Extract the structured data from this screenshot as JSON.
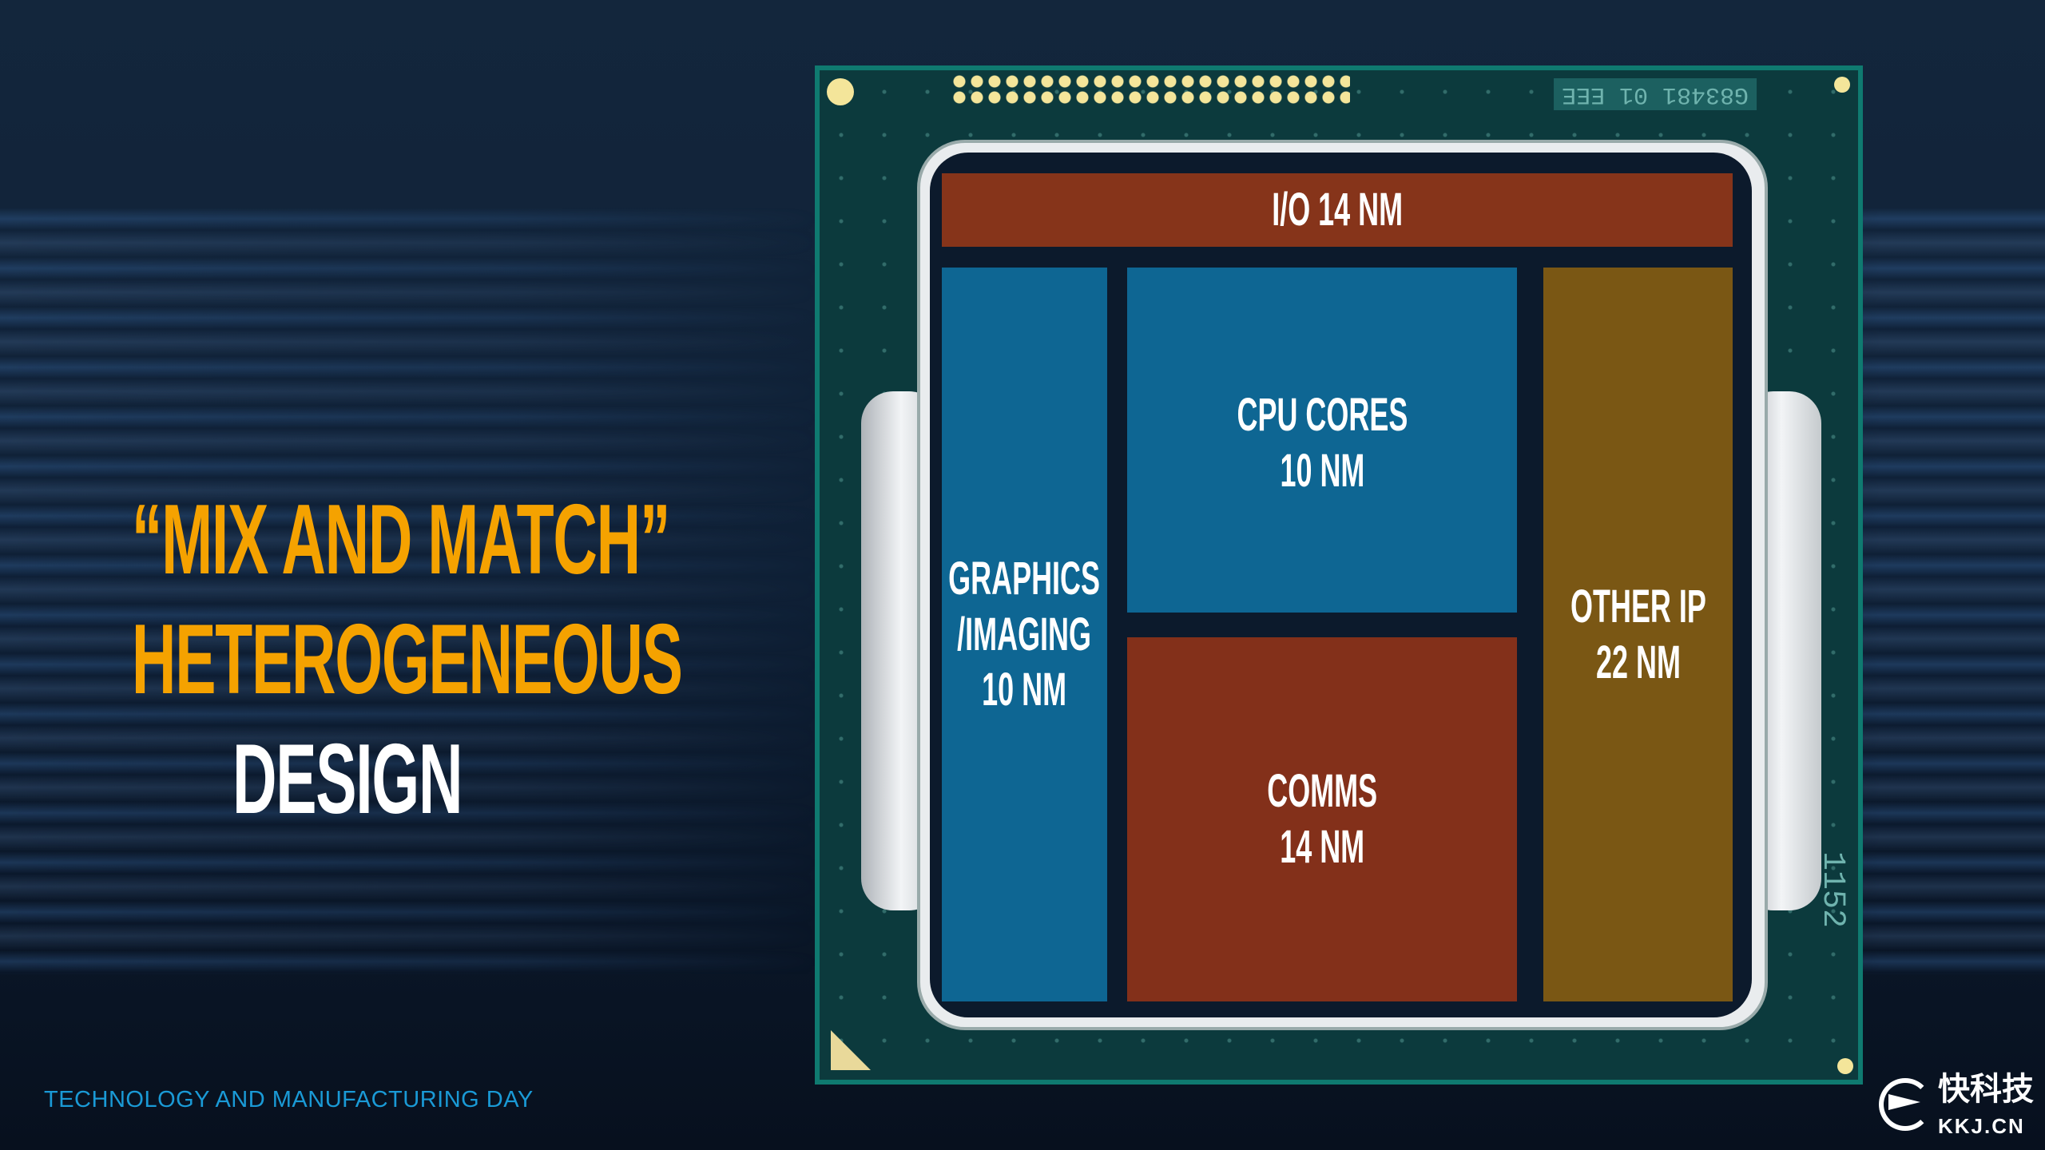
{
  "slide": {
    "title_lines": [
      "“MIX AND MATCH”",
      "HETEROGENEOUS",
      "DESIGN"
    ],
    "footer": "TECHNOLOGY AND MANUFACTURING DAY",
    "colors": {
      "accent": "#f5a200",
      "footer": "#1a9ad6",
      "blue_block": "#0e6693",
      "rust_block": "#86341a",
      "olive_block": "#7a5714"
    }
  },
  "chip": {
    "blocks": {
      "io": "I/O 14 NM",
      "graphics": "GRAPHICS\n/IMAGING\n10 NM",
      "cpu": "CPU CORES\n10 NM",
      "comms": "COMMS\n14 NM",
      "other": "OTHER IP\n22 NM"
    },
    "package_label": "G83481 01 EEE",
    "package_number": "1152"
  },
  "watermark": {
    "cn": "快科技",
    "en": "KKJ.CN"
  }
}
